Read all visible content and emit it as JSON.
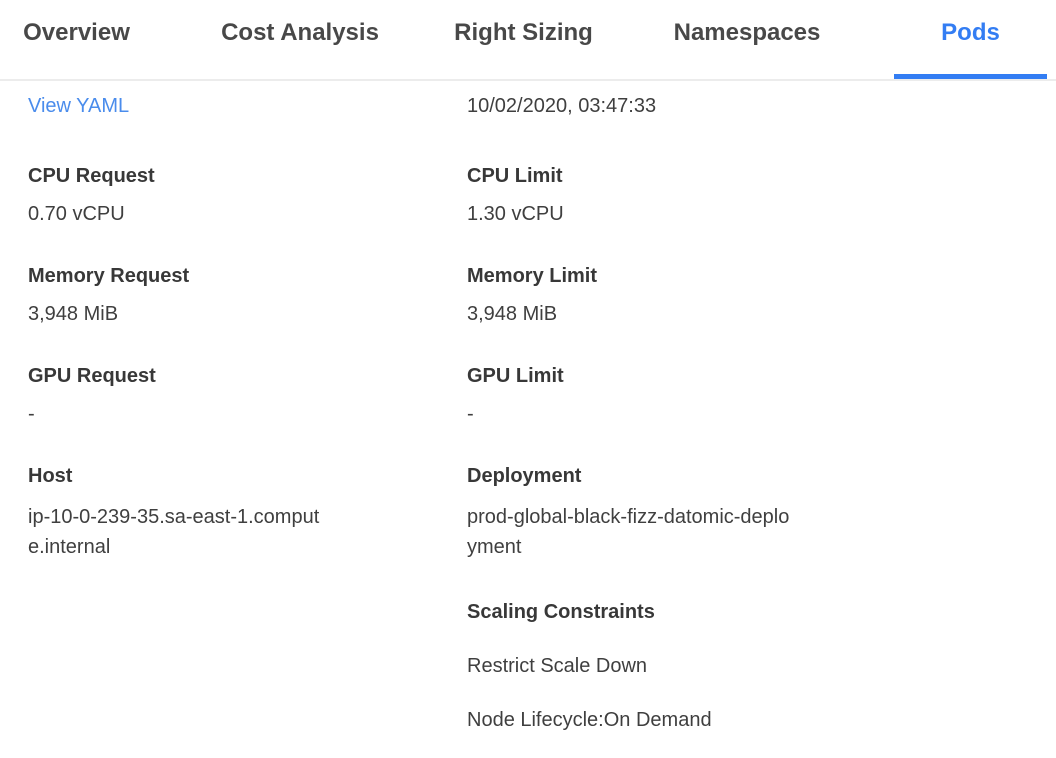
{
  "colors": {
    "accent_blue": "#337DF3",
    "link_blue": "#4A8CEC",
    "divider_gray": "#ECECEC",
    "label_text": "#383838",
    "body_text": "#3F3F3F",
    "tab_text": "#484848"
  },
  "tabs": {
    "items": [
      {
        "label": "Overview",
        "active": false
      },
      {
        "label": "Cost Analysis",
        "active": false
      },
      {
        "label": "Right Sizing",
        "active": false
      },
      {
        "label": "Namespaces",
        "active": false
      },
      {
        "label": "Pods",
        "active": true
      }
    ]
  },
  "panel": {
    "view_yaml_link": "View YAML",
    "timestamp": "10/02/2020, 03:47:33",
    "left_fields": [
      {
        "label": "CPU Request",
        "value": "0.70 vCPU"
      },
      {
        "label": "Memory Request",
        "value": "3,948 MiB"
      },
      {
        "label": "GPU Request",
        "value": "-"
      },
      {
        "label": "Host",
        "value": "ip-10-0-239-35.sa-east-1.compute.internal",
        "is_link": true
      }
    ],
    "right_fields": [
      {
        "label": "CPU Limit",
        "value": "1.30 vCPU"
      },
      {
        "label": "Memory Limit",
        "value": "3,948 MiB"
      },
      {
        "label": "GPU Limit",
        "value": "-"
      },
      {
        "label": "Deployment",
        "value": "prod-global-black-fizz-datomic-deployment",
        "is_link": true
      }
    ],
    "scaling": {
      "title": "Scaling Constraints",
      "items": [
        "Restrict Scale Down",
        "Node Lifecycle:On Demand"
      ]
    }
  }
}
